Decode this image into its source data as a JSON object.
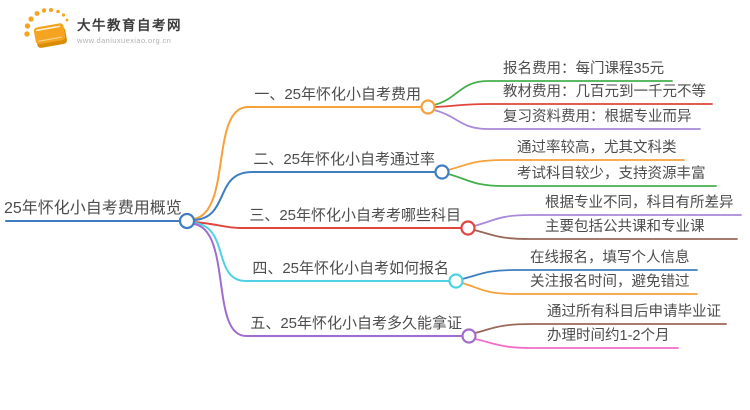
{
  "logo": {
    "icon": "book-logo-icon",
    "name": "大牛教育自考网",
    "url": "www.daniuxuexiao.org.cn"
  },
  "palette": {
    "orange": "#f6a13b",
    "blue": "#3e7ec1",
    "red": "#e1453e",
    "cyan": "#4fd2e2",
    "purple": "#a06cce",
    "light_purple": "#a98ad9",
    "green": "#44b04c",
    "brown": "#9a675b",
    "pink": "#f06fc9",
    "text": "#4d4d4d",
    "node_fill": "#ffffff",
    "logo_orange": "#f6a41f"
  },
  "mindmap": {
    "root": {
      "label": "25年怀化小自考费用概览",
      "color": "blue"
    },
    "branches": [
      {
        "label": "一、25年怀化小自考费用",
        "color": "orange",
        "children": [
          {
            "label": "报名费用：每门课程35元",
            "color": "green"
          },
          {
            "label": "教材费用：几百元到一千元不等",
            "color": "red"
          },
          {
            "label": "复习资料费用：根据专业而异",
            "color": "light_purple"
          }
        ]
      },
      {
        "label": "二、25年怀化小自考通过率",
        "color": "blue",
        "children": [
          {
            "label": "通过率较高，尤其文科类",
            "color": "orange"
          },
          {
            "label": "考试科目较少，支持资源丰富",
            "color": "green"
          }
        ]
      },
      {
        "label": "三、25年怀化小自考考哪些科目",
        "color": "red",
        "children": [
          {
            "label": "根据专业不同，科目有所差异",
            "color": "light_purple"
          },
          {
            "label": "主要包括公共课和专业课",
            "color": "brown"
          }
        ]
      },
      {
        "label": "四、25年怀化小自考如何报名",
        "color": "cyan",
        "children": [
          {
            "label": "在线报名，填写个人信息",
            "color": "blue"
          },
          {
            "label": "关注报名时间，避免错过",
            "color": "orange"
          }
        ]
      },
      {
        "label": "五、25年怀化小自考多久能拿证",
        "color": "purple",
        "children": [
          {
            "label": "通过所有科目后申请毕业证",
            "color": "brown"
          },
          {
            "label": "办理时间约1-2个月",
            "color": "pink"
          }
        ]
      }
    ]
  }
}
